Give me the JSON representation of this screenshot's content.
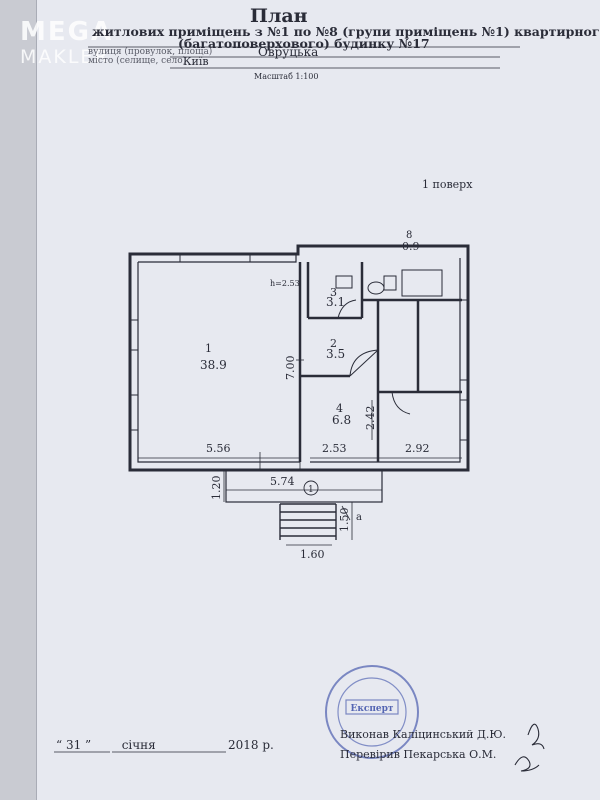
{
  "watermark": {
    "line1": "MEGA",
    "line2": "MAKLER"
  },
  "header": {
    "title": "План",
    "line1": "житлових приміщень з №1 по №8 (групи приміщень №1) квартирного",
    "line2": "(багатоповерхового) будинку №17",
    "street_caption": "вулиця (провулок, площа)",
    "street": "Овруцька",
    "city_caption": "місто (селище, село)",
    "city": "Київ",
    "scale": "Масштаб 1:100"
  },
  "floor_label": "1 поверх",
  "rooms": [
    {
      "number": "1",
      "area": "38.9"
    },
    {
      "number": "2",
      "area": "3.5"
    },
    {
      "number": "3",
      "area": "3.1"
    },
    {
      "number": "4",
      "area": "6.8"
    },
    {
      "number": "8",
      "area": "0.9"
    }
  ],
  "dimensions": {
    "room1_width": "5.56",
    "room4_width": "2.53",
    "right_width": "2.92",
    "wall_height": "7.00",
    "room4_height": "2.42",
    "porch_width": "5.74",
    "porch_depth": "1.20",
    "stairs_depth": "1.50",
    "stairs_width": "1.60",
    "ceiling_height": "h=2.53",
    "entrance_marker": "1",
    "section_marker": "а"
  },
  "footer": {
    "date_day": "“ 31 ”",
    "date_month": "січня",
    "date_year": "2018 р.",
    "performed_by": "Виконав  Каліцинський Д.Ю.",
    "checked_by": "Перевірив  Пекарська О.М.",
    "stamp_text": "Експерт"
  },
  "colors": {
    "paper": "#e7e9f0",
    "ink": "#2a2c38",
    "stamp": "#5566b3"
  }
}
